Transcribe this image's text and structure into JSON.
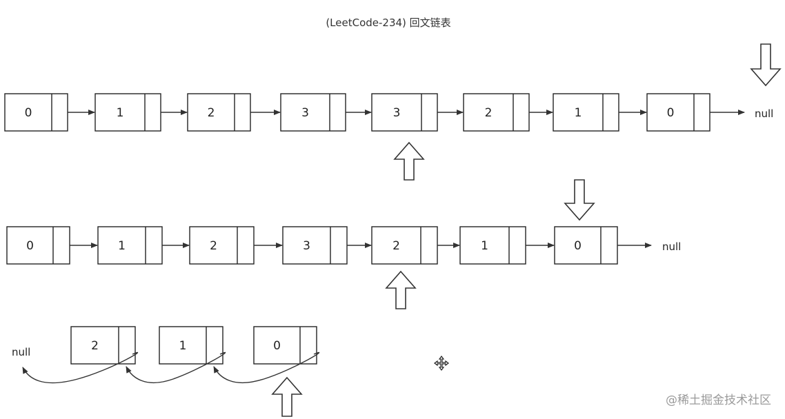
{
  "title": "(LeetCode-234) 回文链表",
  "watermark": "@稀土掘金技术社区",
  "rows": [
    {
      "values": [
        "0",
        "1",
        "2",
        "3",
        "3",
        "2",
        "1",
        "0"
      ],
      "null_label": "null"
    },
    {
      "values": [
        "0",
        "1",
        "2",
        "3",
        "2",
        "1",
        "0"
      ],
      "null_label": "null"
    },
    {
      "values": [
        "2",
        "1",
        "0"
      ],
      "null_label": "null"
    }
  ],
  "icons": [
    "down-arrow-icon",
    "up-arrow-icon",
    "move-cursor-icon"
  ]
}
